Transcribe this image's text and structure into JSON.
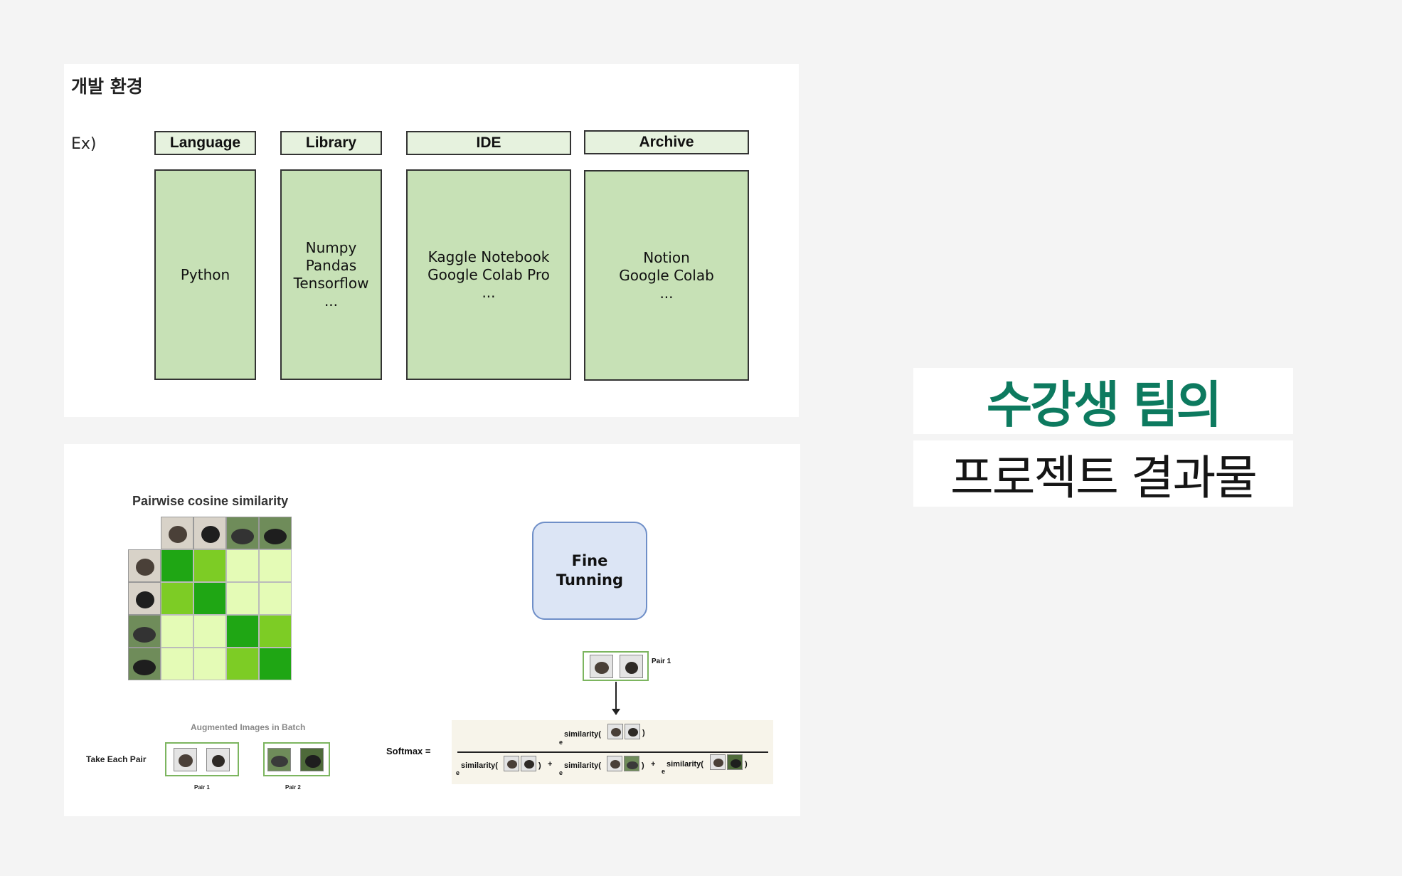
{
  "env": {
    "title": "개발 환경",
    "example_label": "Ex)",
    "columns": [
      {
        "header": "Language",
        "items": [
          "Python"
        ]
      },
      {
        "header": "Library",
        "items": [
          "Numpy",
          "Pandas",
          "Tensorflow",
          "..."
        ]
      },
      {
        "header": "IDE",
        "items": [
          "Kaggle Notebook",
          "Google Colab Pro",
          "..."
        ]
      },
      {
        "header": "Archive",
        "items": [
          "Notion",
          "Google Colab",
          "..."
        ]
      }
    ]
  },
  "similarity": {
    "title": "Pairwise cosine similarity",
    "images": [
      "cat",
      "cat",
      "elephant",
      "elephant"
    ],
    "matrix_levels": [
      [
        3,
        2,
        1,
        1
      ],
      [
        2,
        3,
        1,
        1
      ],
      [
        1,
        1,
        3,
        2
      ],
      [
        1,
        1,
        2,
        3
      ]
    ]
  },
  "batch": {
    "title": "Augmented Images in Batch",
    "take_label": "Take Each Pair",
    "pair1_label": "Pair 1",
    "pair2_label": "Pair 2"
  },
  "fine_tuning": {
    "line1": "Fine",
    "line2": "Tunning"
  },
  "pair_cap": "Pair 1",
  "softmax": {
    "label": "Softmax =",
    "sim": "similarity(",
    "close": ")",
    "plus": "+",
    "e": "e"
  },
  "headline": {
    "line1": "수강생 팀의",
    "line2": "프로젝트 결과물"
  },
  "colors": {
    "accent": "#0d7a5f",
    "sim_high": "#1fa614",
    "sim_mid": "#7dcc25",
    "sim_low": "#e4fbb6"
  }
}
